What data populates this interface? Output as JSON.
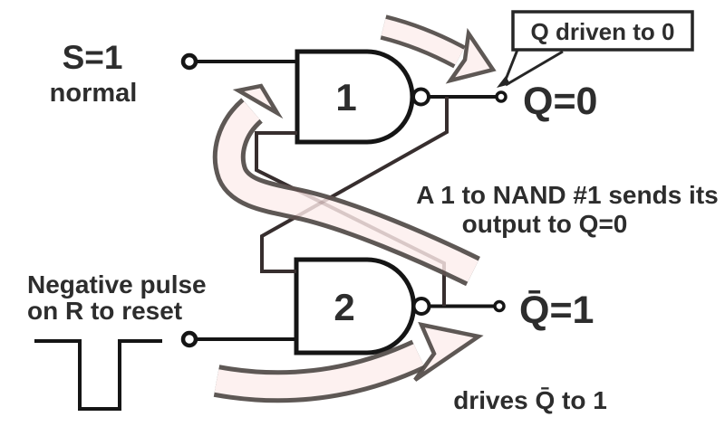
{
  "diagram": {
    "s_input": {
      "label": "S=1",
      "sublabel": "normal"
    },
    "r_input": {
      "note_line1": "Negative pulse",
      "note_line2": "on R to reset"
    },
    "gate1": {
      "label": "1"
    },
    "gate2": {
      "label": "2"
    },
    "q_output": {
      "label": "Q=0"
    },
    "qbar_output": {
      "label": "Q̄=1"
    },
    "callout": {
      "label": "Q driven to 0"
    },
    "notes": {
      "feedback_line1": "A 1 to NAND #1 sends its",
      "feedback_line2": "output to Q=0",
      "drives": "drives Q̄ to 1"
    },
    "colors": {
      "background": "#ffffff",
      "line": "#151515",
      "text": "#2d2d2d",
      "arrow_fill": "#fdf1f0",
      "arrow_outline": "#504a46",
      "callout_border": "#262626"
    }
  }
}
